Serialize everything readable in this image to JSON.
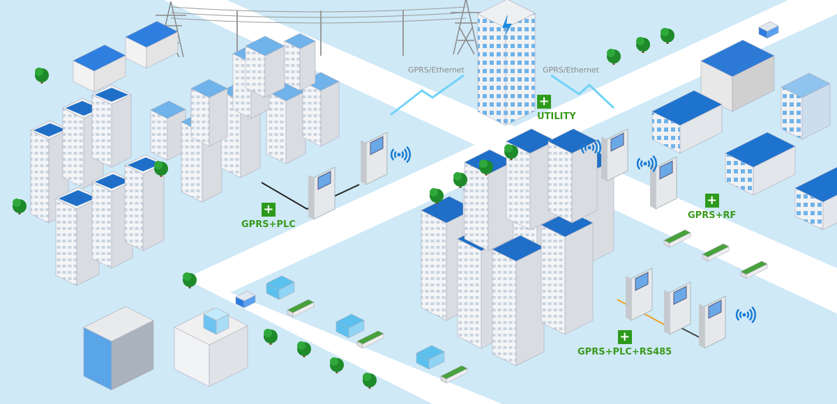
{
  "connections": {
    "left_link": "GPRS/Ethernet",
    "right_link": "GPRS/Ethernet"
  },
  "labels": {
    "utility": "UTILITY",
    "gprs_plc": "GPRS+PLC",
    "gprs_rf": "GPRS+RF",
    "gprs_plc_rs485": "GPRS+PLC+RS485"
  },
  "plus_symbol": "+",
  "colors": {
    "background": "#cfe9f7",
    "road": "#ffffff",
    "accent_green": "#2d9a1c",
    "roof_blue": "#1f6fc9",
    "signal_blue": "#5fd0f5"
  }
}
